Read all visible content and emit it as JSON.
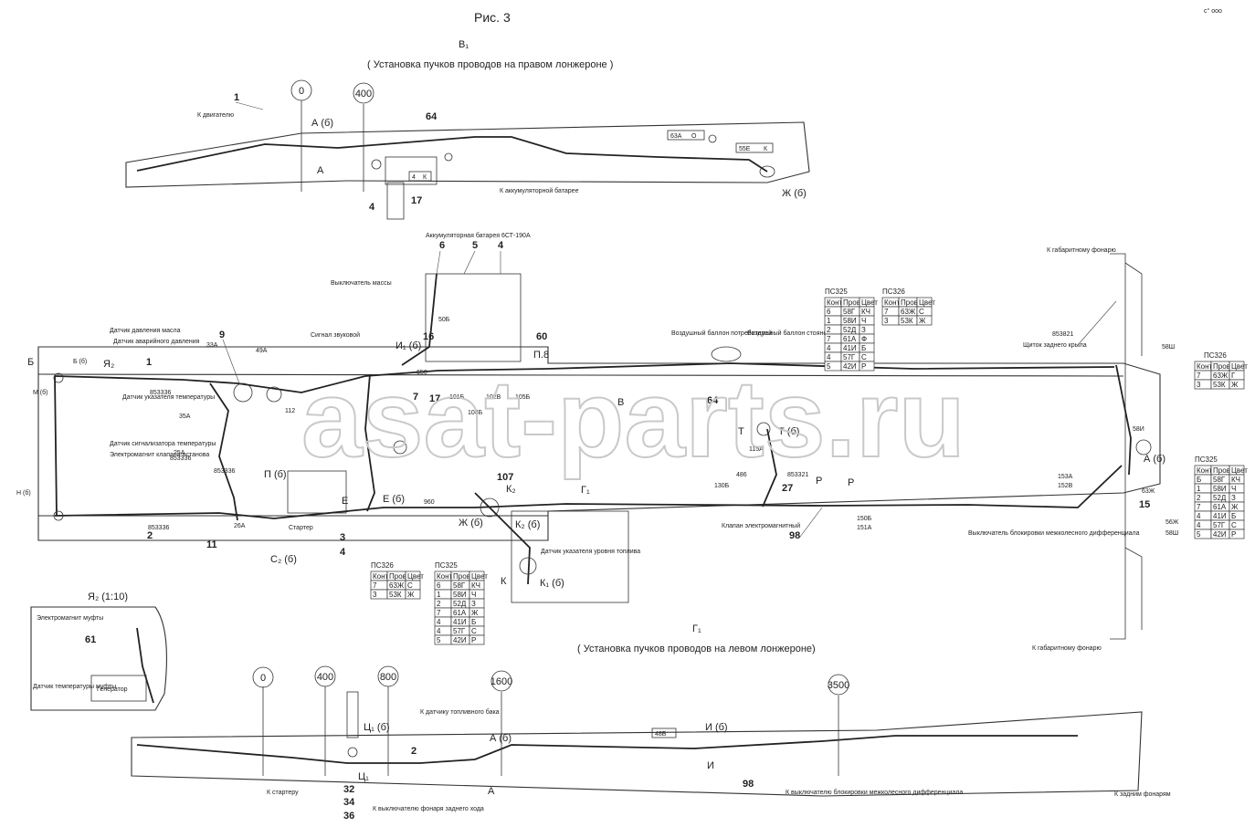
{
  "figure": {
    "title": "Рис. 3",
    "corner_mark": "с° ооо"
  },
  "top_view": {
    "label": "В₁",
    "caption": "( Установка пучков проводов на правом лонжероне )",
    "stations": [
      "0",
      "400"
    ],
    "callouts": [
      "1",
      "64",
      "4",
      "17"
    ],
    "section_marks": [
      "А (б)",
      "А"
    ],
    "notes": [
      "К двигателю",
      "К аккумуляторной батарее",
      "Ж (б)"
    ],
    "wire_tags": [
      "63А",
      "О",
      "55Е",
      "К",
      "4",
      "К"
    ]
  },
  "mid_view": {
    "callouts": [
      "6",
      "5",
      "4",
      "9",
      "1",
      "16",
      "60",
      "64",
      "7",
      "17",
      "107",
      "2",
      "3",
      "4",
      "11",
      "27",
      "98",
      "15"
    ],
    "letters": [
      "Б",
      "Б (б)",
      "М (б)",
      "Я₂",
      "Н (б)",
      "П (б)",
      "Е",
      "Е (б)",
      "И₁ (б)",
      "Ж (б)",
      "К₂",
      "К₂ (б)",
      "К",
      "К₁ (б)",
      "Г₁",
      "В",
      "Т",
      "Т (б)",
      "Р",
      "Р",
      "А (б)",
      "С₂ (б)",
      "П.8"
    ],
    "notes": [
      "Аккумуляторная батарея 6СТ-190А",
      "Выключатель массы",
      "Датчик давления масла",
      "Датчик аварийного давления",
      "Датчик указателя температуры",
      "Датчик сигнализатора температуры",
      "Электромагнит клапана останова",
      "Стартер",
      "Сигнал звуковой",
      "Датчик указателя уровня топлива",
      "Воздушный баллон потребителей",
      "Воздушный баллон стояночного тормоза",
      "Клапан электромагнитный",
      "Выключатель блокировки межколесного дифференциала",
      "К габаритному фонарю",
      "Щиток заднего крыла",
      "К габаритному фонарю"
    ],
    "codes": [
      "853336",
      "853336",
      "853336",
      "853336",
      "853321",
      "853821",
      "656",
      "50Б",
      "101Б",
      "104Б",
      "102В",
      "105Б",
      "130Б",
      "115А",
      "150Б",
      "151А",
      "153А",
      "152В",
      "49А",
      "33А",
      "25А",
      "35А",
      "26А",
      "63Ж",
      "56Ж",
      "58Ш",
      "58Ш",
      "58И",
      "960",
      "486",
      "112"
    ]
  },
  "ps_tables": [
    {
      "title": "ПС325",
      "headers": [
        "Конт",
        "Провод",
        "Цвет"
      ],
      "rows": [
        [
          "6",
          "58Г",
          "КЧ"
        ],
        [
          "1",
          "58И",
          "Ч"
        ],
        [
          "2",
          "52Д",
          "З"
        ],
        [
          "7",
          "61А",
          "Ф"
        ],
        [
          "4",
          "41И",
          "Б"
        ],
        [
          "4",
          "57Г",
          "С"
        ],
        [
          "5",
          "42И",
          "Р"
        ]
      ]
    },
    {
      "title": "ПС326",
      "headers": [
        "Конт",
        "Провод",
        "Цвет"
      ],
      "rows": [
        [
          "7",
          "63Ж",
          "С"
        ],
        [
          "3",
          "53К",
          "Ж"
        ]
      ]
    },
    {
      "title": "ПС326",
      "headers": [
        "Конт",
        "Провод",
        "Цвет"
      ],
      "rows": [
        [
          "7",
          "63Ж",
          "С"
        ],
        [
          "3",
          "53К",
          "Ж"
        ]
      ]
    },
    {
      "title": "ПС325",
      "headers": [
        "Конт",
        "Провод",
        "Цвет"
      ],
      "rows": [
        [
          "6",
          "58Г",
          "КЧ"
        ],
        [
          "1",
          "58И",
          "Ч"
        ],
        [
          "2",
          "52Д",
          "З"
        ],
        [
          "7",
          "61А",
          "Ж"
        ],
        [
          "4",
          "41И",
          "Б"
        ],
        [
          "4",
          "57Г",
          "С"
        ],
        [
          "5",
          "42И",
          "Р"
        ]
      ]
    },
    {
      "title": "ПС326",
      "headers": [
        "Конт",
        "Провод",
        "Цвет"
      ],
      "rows": [
        [
          "7",
          "63Ж",
          "Г"
        ],
        [
          "3",
          "53К",
          "Ж"
        ]
      ]
    },
    {
      "title": "ПС325",
      "headers": [
        "Конт",
        "Провод",
        "Цвет"
      ],
      "rows": [
        [
          "Б",
          "58Г",
          "КЧ"
        ],
        [
          "1",
          "58И",
          "Ч"
        ],
        [
          "2",
          "52Д",
          "З"
        ],
        [
          "7",
          "61А",
          "Ж"
        ],
        [
          "4",
          "41И",
          "Б"
        ],
        [
          "4",
          "57Г",
          "С"
        ],
        [
          "5",
          "42И",
          "Р"
        ]
      ]
    }
  ],
  "inset": {
    "label": "Я₂ (1:10)",
    "callout": "61",
    "notes": [
      "Электромагнит муфты",
      "Датчик температуры муфты",
      "Генератор"
    ]
  },
  "bottom_view": {
    "label": "Г₁",
    "caption": "( Установка пучков проводов на левом лонжероне)",
    "stations": [
      "0",
      "400",
      "800",
      "1600",
      "3500"
    ],
    "callouts": [
      "2",
      "98",
      "32",
      "34",
      "36"
    ],
    "letters": [
      "Ц₁ (б)",
      "Ц₁",
      "А (б)",
      "А",
      "И (б)",
      "И"
    ],
    "notes": [
      "К стартеру",
      "К датчику топливного бака",
      "К выключателю фонаря заднего хода",
      "К выключателю блокировки межколесного дифференциала",
      "К задним фонарям"
    ],
    "wire_tags": [
      "48Б"
    ]
  },
  "watermark": "asat-parts.ru",
  "colors": {
    "ink": "#222222",
    "paper": "#ffffff",
    "watermark": "#c9c9c9"
  }
}
